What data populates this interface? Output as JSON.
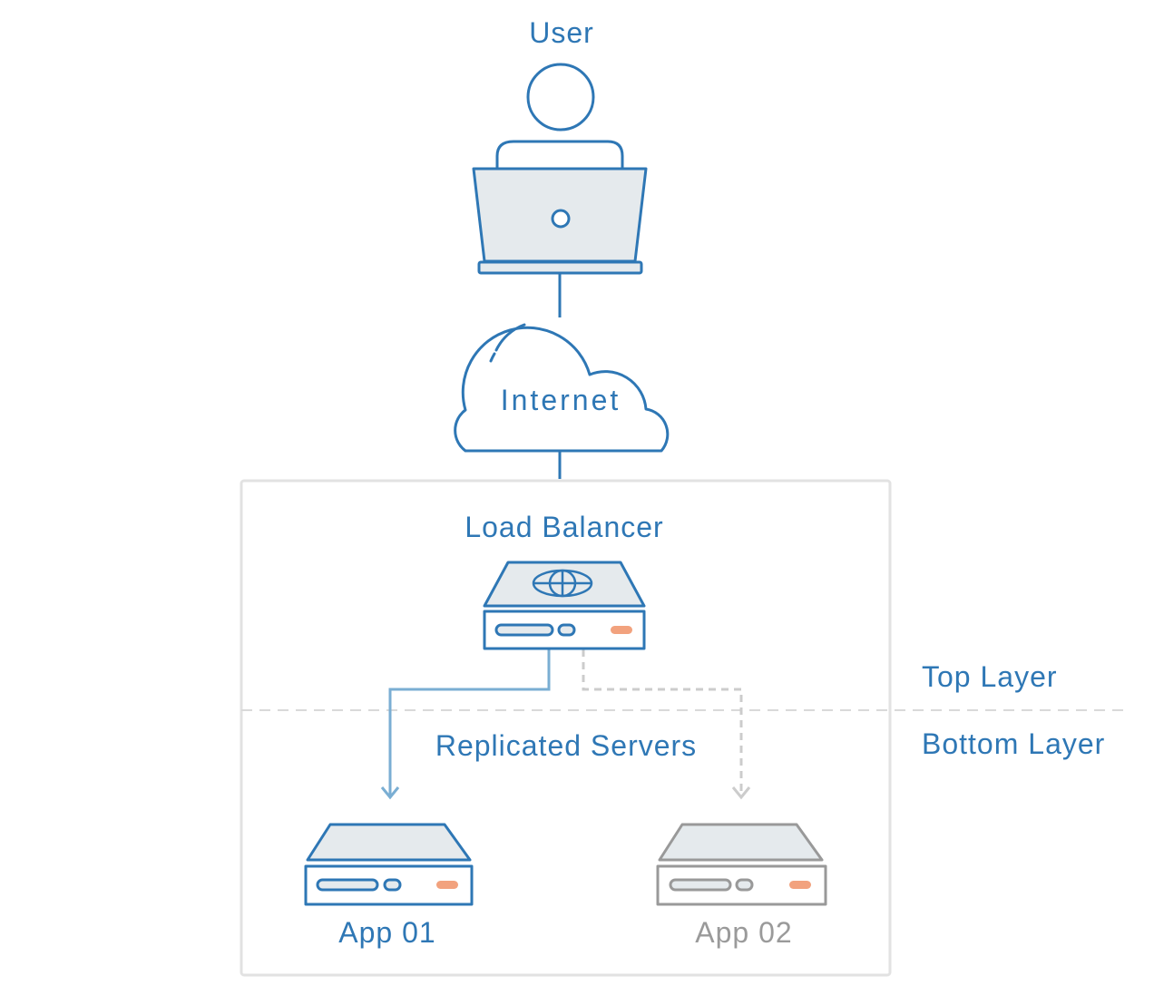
{
  "diagram": {
    "user": {
      "label": "User",
      "icon": "user-with-laptop-icon"
    },
    "internet": {
      "label": "Internet",
      "icon": "cloud-icon"
    },
    "load_balancer": {
      "label": "Load Balancer",
      "icon": "globe-server-icon"
    },
    "layers": {
      "top": "Top Layer",
      "bottom": "Bottom Layer"
    },
    "replicated_label": "Replicated Servers",
    "app01": {
      "label": "App 01",
      "state": "active"
    },
    "app02": {
      "label": "App 02",
      "state": "inactive"
    },
    "colors": {
      "primary": "#2e77b5",
      "inactive": "#999999",
      "fill": "#e5eaed",
      "led": "#f2a27e",
      "active_link": "#7aaed3",
      "dashed": "#cccccc",
      "frame": "#e2e2e2"
    }
  }
}
